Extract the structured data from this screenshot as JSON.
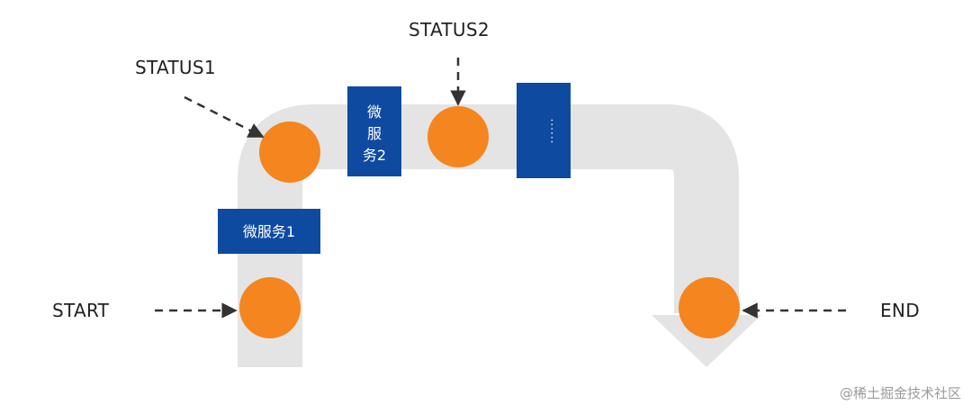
{
  "labels": {
    "start": "START",
    "end": "END",
    "status1": "STATUS1",
    "status2": "STATUS2"
  },
  "services": {
    "service1": "微服务1",
    "service2_line1": "微",
    "service2_line2": "服",
    "service2_line3": "务2",
    "ellipsis": "······"
  },
  "watermark": "@稀土掘金技术社区",
  "colors": {
    "track": "#e4e4e4",
    "status_dot": "#f5851f",
    "service_box": "#0f4aa1",
    "arrow": "#333333"
  }
}
